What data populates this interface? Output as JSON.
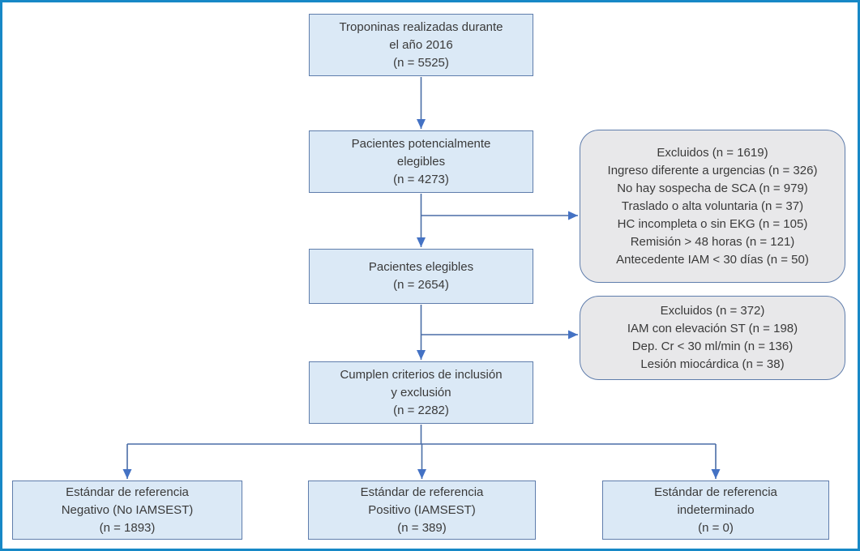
{
  "colors": {
    "frame_border": "#1788c6",
    "box_fill": "#dbe9f6",
    "box_border": "#5f7dac",
    "exclusion_fill": "#e8e8ea",
    "arrow": "#4a6da7",
    "arrowhead": "#4472c4",
    "text": "#3a3a3a"
  },
  "flowchart": {
    "type": "patient-flow-diagram",
    "main_boxes": [
      {
        "id": "troponins-2016",
        "lines": [
          "Troponinas realizadas durante",
          "el año 2016",
          "(n = 5525)"
        ]
      },
      {
        "id": "potentially-eligible",
        "lines": [
          "Pacientes potencialmente",
          "elegibles",
          "(n = 4273)"
        ]
      },
      {
        "id": "eligible",
        "lines": [
          "Pacientes elegibles",
          "(n = 2654)"
        ]
      },
      {
        "id": "meet-criteria",
        "lines": [
          "Cumplen criterios de inclusión",
          "y exclusión",
          "(n = 2282)"
        ]
      }
    ],
    "exclusion_boxes": [
      {
        "id": "excluded-1",
        "lines": [
          "Excluidos (n = 1619)",
          "Ingreso diferente a urgencias (n = 326)",
          "No hay sospecha de SCA (n = 979)",
          "Traslado o alta voluntaria (n = 37)",
          "HC incompleta o sin EKG (n = 105)",
          "Remisión > 48 horas (n = 121)",
          "Antecedente IAM < 30 días (n = 50)"
        ]
      },
      {
        "id": "excluded-2",
        "lines": [
          "Excluidos (n = 372)",
          "IAM con elevación ST (n = 198)",
          "Dep. Cr < 30 ml/min (n = 136)",
          "Lesión miocárdica (n = 38)"
        ]
      }
    ],
    "outcome_boxes": [
      {
        "id": "reference-negative",
        "lines": [
          "Estándar de referencia",
          "Negativo (No IAMSEST)",
          "(n = 1893)"
        ]
      },
      {
        "id": "reference-positive",
        "lines": [
          "Estándar de referencia",
          "Positivo (IAMSEST)",
          "(n = 389)"
        ]
      },
      {
        "id": "reference-indeterminate",
        "lines": [
          "Estándar de referencia",
          "indeterminado",
          "(n = 0)"
        ]
      }
    ]
  }
}
